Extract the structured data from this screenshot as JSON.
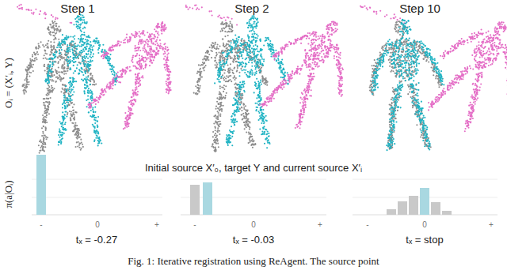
{
  "diagram": {
    "caption": "Fig. 1: Iterative registration using ReAgent. The source point",
    "labels": [
      "Step 1",
      "Step 2",
      "Step 10",
      "Oᵢ = (X′ᵢ, Y)",
      "Initial source X′₀, target Y and current source X′ᵢ",
      "π(a|Oᵢ)",
      "-",
      "0",
      "+",
      "-",
      "0",
      "+",
      "-",
      "0",
      "+",
      "tₓ = -0.27",
      "tₓ = -0.03",
      "tₓ = stop"
    ]
  }
}
